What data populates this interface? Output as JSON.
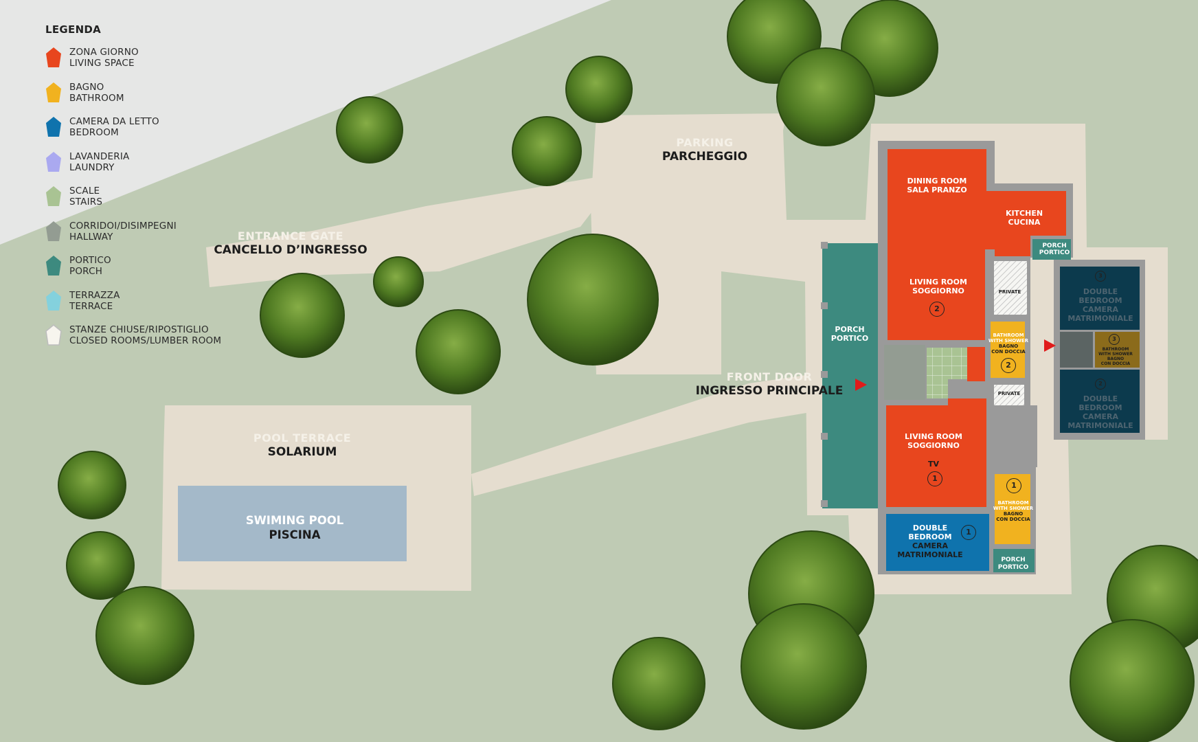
{
  "legend": {
    "title": "LEGENDA",
    "items": [
      {
        "it": "ZONA GIORNO",
        "en": "LIVING SPACE",
        "color": "#e8461e",
        "icon": "pentagon-icon"
      },
      {
        "it": "BAGNO",
        "en": "BATHROOM",
        "color": "#f1b21f",
        "icon": "pentagon-icon"
      },
      {
        "it": "CAMERA DA LETTO",
        "en": "BEDROOM",
        "color": "#0f73ad",
        "icon": "pentagon-icon"
      },
      {
        "it": "LAVANDERIA",
        "en": "LAUNDRY",
        "color": "#aaa9f0",
        "icon": "pentagon-icon"
      },
      {
        "it": "SCALE",
        "en": "STAIRS",
        "color": "#a9c393",
        "icon": "pentagon-icon"
      },
      {
        "it": "CORRIDOI/DISIMPEGNI",
        "en": "HALLWAY",
        "color": "#939c92",
        "icon": "pentagon-icon"
      },
      {
        "it": "PORTICO",
        "en": "PORCH",
        "color": "#3d8a7f",
        "icon": "pentagon-icon"
      },
      {
        "it": "TERRAZZA",
        "en": "TERRACE",
        "color": "#84d1dd",
        "icon": "pentagon-icon"
      },
      {
        "it": "STANZE CHIUSE/RIPOSTIGLIO",
        "en": "CLOSED ROOMS/LUMBER ROOM",
        "color": "#f7f5ee",
        "icon": "pentagon-outline-icon"
      }
    ]
  },
  "areas": {
    "parking": {
      "en": "PARKING",
      "it": "PARCHEGGIO"
    },
    "entrance": {
      "en": "ENTRANCE GATE",
      "it": "CANCELLO D’INGRESSO"
    },
    "front_door": {
      "en": "FRONT DOOR",
      "it": "INGRESSO PRINCIPALE"
    },
    "pool_terrace": {
      "en": "POOL TERRACE",
      "it": "SOLARIUM"
    },
    "pool": {
      "en": "SWIMING POOL",
      "it": "PISCINA"
    }
  },
  "rooms": {
    "dining": {
      "en": "DINING ROOM",
      "it": "SALA PRANZO"
    },
    "kitchen": {
      "en": "KITCHEN",
      "it": "CUCINA"
    },
    "porch_small": {
      "en": "PORCH",
      "it": "PORTICO"
    },
    "living2": {
      "en": "LIVING ROOM",
      "it": "SOGGIORNO",
      "num": "2"
    },
    "private1": "PRIVATE",
    "private2": "PRIVATE",
    "porch_big": {
      "en": "PORCH",
      "it": "PORTICO"
    },
    "bath2": {
      "l1": "BATHROOM",
      "l2": "WITH SHOWER",
      "l3": "BAGNO",
      "l4": "CON DOCCIA",
      "num": "2"
    },
    "living1": {
      "en": "LIVING ROOM",
      "it": "SOGGIORNO",
      "tv": "TV",
      "num": "1"
    },
    "bath1": {
      "l1": "BATHROOM",
      "l2": "WITH SHOWER",
      "l3": "BAGNO",
      "l4": "CON DOCCIA",
      "num": "1"
    },
    "bed1": {
      "l1": "DOUBLE",
      "l2": "BEDROOM",
      "l3": "CAMERA",
      "l4": "MATRIMONIALE",
      "num": "1"
    },
    "porch_bottom": {
      "en": "PORCH",
      "it": "PORTICO"
    },
    "bed3": {
      "l1": "DOUBLE",
      "l2": "BEDROOM",
      "l3": "CAMERA",
      "l4": "MATRIMONIALE",
      "num": "3"
    },
    "bath3": {
      "l1": "BATHROOM",
      "l2": "WITH SHOWER",
      "l3": "BAGNO",
      "l4": "CON DOCCIA",
      "num": "3"
    },
    "bed2": {
      "l1": "DOUBLE",
      "l2": "BEDROOM",
      "l3": "CAMERA",
      "l4": "MATRIMONIALE",
      "num": "2"
    }
  },
  "colors": {
    "lawn": "#bfcbb4",
    "sky": "#e6e7e6",
    "gravel": "#e5ddcf",
    "living": "#e8461e",
    "bath": "#f1b21f",
    "bedroom": "#0f73ad",
    "bedroom_dark": "#0c3a4d",
    "porch": "#3d8a7f",
    "wall": "#9a9a9a",
    "hall": "#939c92",
    "stairs": "#a9c393",
    "pool": "#a4b9c9",
    "tree": "#4f7a22",
    "entry_marker": "#e01b1b"
  }
}
